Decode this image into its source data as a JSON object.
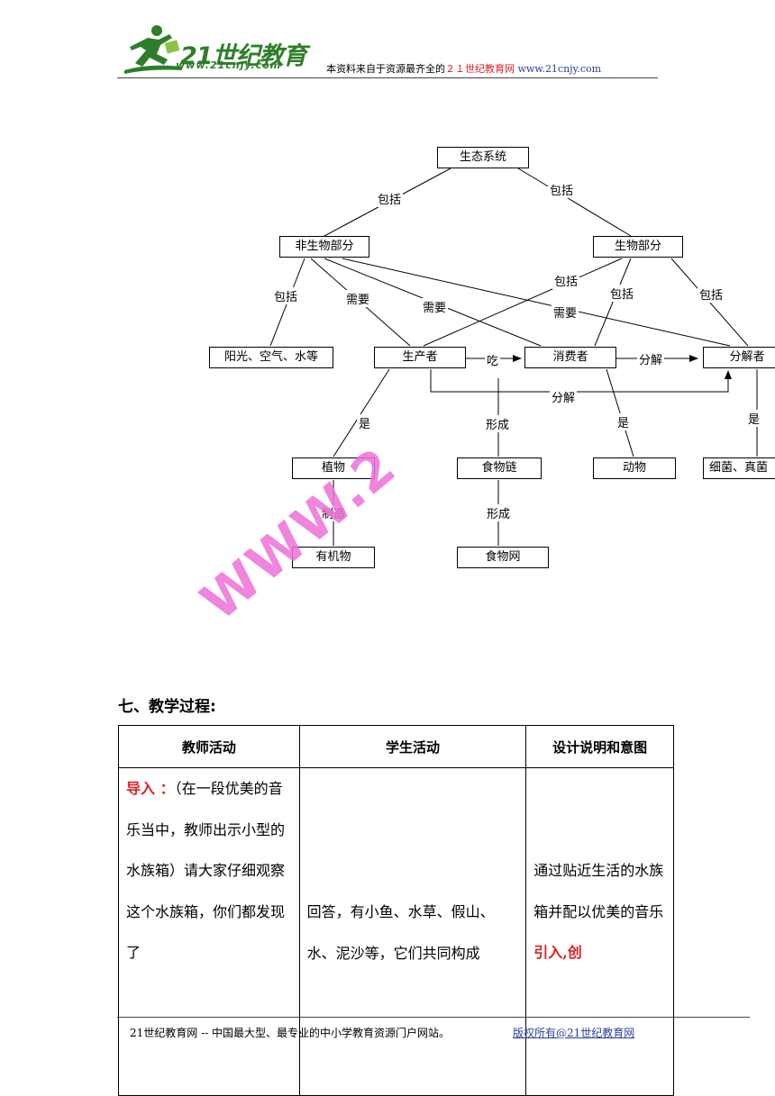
{
  "header": {
    "logo_text": "21世纪教育",
    "logo_url": "www.21cnjy.com",
    "note_prefix": "本资料来自于资源最齐全的",
    "note_site": "２１世纪教育网",
    "note_url": "www.21cnjy.com"
  },
  "diagram": {
    "nodes": {
      "ecosystem": "生态系统",
      "abiotic": "非生物部分",
      "biotic": "生物部分",
      "sun_air_water": "阳光、空气、水等",
      "producer": "生产者",
      "consumer": "消费者",
      "decomposer": "分解者",
      "plant": "植物",
      "food_chain": "食物链",
      "animal": "动物",
      "bacteria_fungi": "细菌、真菌",
      "organic_matter": "有机物",
      "food_web": "食物网"
    },
    "labels": {
      "include_1": "包括",
      "include_2": "包括",
      "include_3": "包括",
      "include_4": "包括",
      "include_5": "包括",
      "include_6": "包括",
      "need_1": "需要",
      "need_2": "需要",
      "need_3": "需要",
      "eat": "吃",
      "decompose_1": "分解",
      "decompose_2": "分解",
      "is_1": "是",
      "is_2": "是",
      "is_3": "是",
      "form_1": "形成",
      "form_2": "形成",
      "make": "制造"
    }
  },
  "watermark": "WWW.2",
  "section": {
    "title": "七、教学过程:"
  },
  "table": {
    "headers": [
      "教师活动",
      "学生活动",
      "设计说明和意图"
    ],
    "teacher": {
      "lead": "导入 ：",
      "text": "（在一段优美的音乐当中，教师出示小型的水族箱）请大家仔细观察这个水族箱，你们都发现了"
    },
    "student": {
      "text": "回答，有小鱼、水草、假山、水、泥沙等，它们共同构成"
    },
    "design": {
      "text": "通过贴近生活的水族箱并配以优美的音乐",
      "red_text": "引入,创"
    }
  },
  "footer": {
    "text": "21世纪教育网 -- 中国最大型、最专业的中小学教育资源门户网站。",
    "link": "版权所有@21世纪教育网"
  }
}
